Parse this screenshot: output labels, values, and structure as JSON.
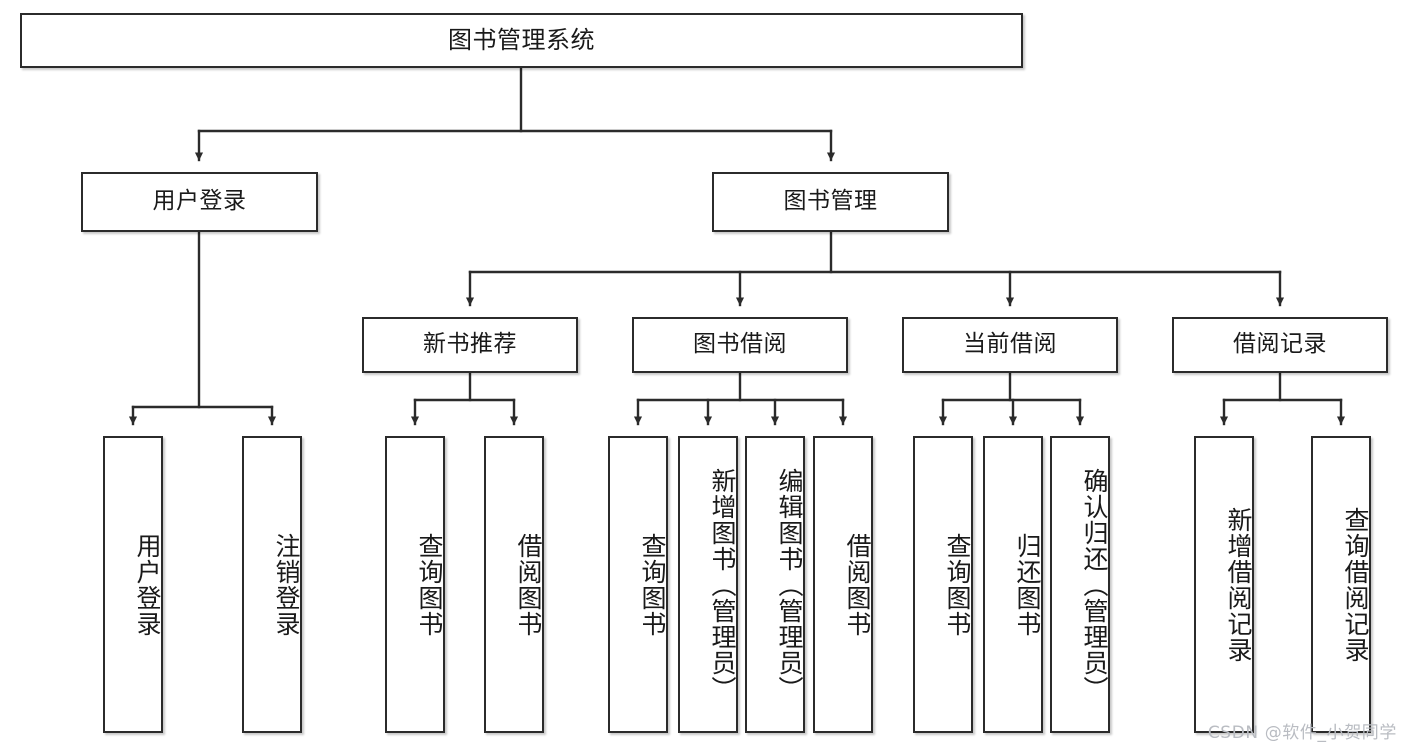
{
  "diagram": {
    "title": "图书管理系统",
    "type": "hierarchy-tree",
    "theme": {
      "background": "#ffffff",
      "box_fill": "#ffffff",
      "box_border": "#2b2b2b",
      "connector": "#2b2b2b",
      "text": "#1a1a1a",
      "watermark": "#b9bcc2"
    },
    "root": {
      "label": "图书管理系统"
    },
    "level2": [
      {
        "id": "user-login",
        "label": "用户登录"
      },
      {
        "id": "book-manage",
        "label": "图书管理"
      }
    ],
    "level3": [
      {
        "id": "new-book-recommend",
        "label": "新书推荐"
      },
      {
        "id": "book-borrow",
        "label": "图书借阅"
      },
      {
        "id": "current-borrow",
        "label": "当前借阅"
      },
      {
        "id": "borrow-record",
        "label": "借阅记录"
      }
    ],
    "leaves": {
      "user-login": [
        {
          "id": "leaf-user-login",
          "label": "用户登录"
        },
        {
          "id": "leaf-logout-login",
          "label": "注销登录"
        }
      ],
      "new-book-recommend": [
        {
          "id": "leaf-query-book-1",
          "label": "查询图书"
        },
        {
          "id": "leaf-borrow-book-1",
          "label": "借阅图书"
        }
      ],
      "book-borrow": [
        {
          "id": "leaf-query-book-2",
          "label": "查询图书"
        },
        {
          "id": "leaf-add-book",
          "label": "新增图书（管理员）"
        },
        {
          "id": "leaf-edit-book",
          "label": "编辑图书（管理员）"
        },
        {
          "id": "leaf-borrow-book-2",
          "label": "借阅图书"
        }
      ],
      "current-borrow": [
        {
          "id": "leaf-query-book-3",
          "label": "查询图书"
        },
        {
          "id": "leaf-return-book",
          "label": "归还图书"
        },
        {
          "id": "leaf-confirm-return",
          "label": "确认归还（管理员）"
        }
      ],
      "borrow-record": [
        {
          "id": "leaf-add-record",
          "label": "新增借阅记录"
        },
        {
          "id": "leaf-query-record",
          "label": "查询借阅记录"
        }
      ]
    }
  },
  "watermark": {
    "text": "CSDN @软件_小贺同学"
  }
}
